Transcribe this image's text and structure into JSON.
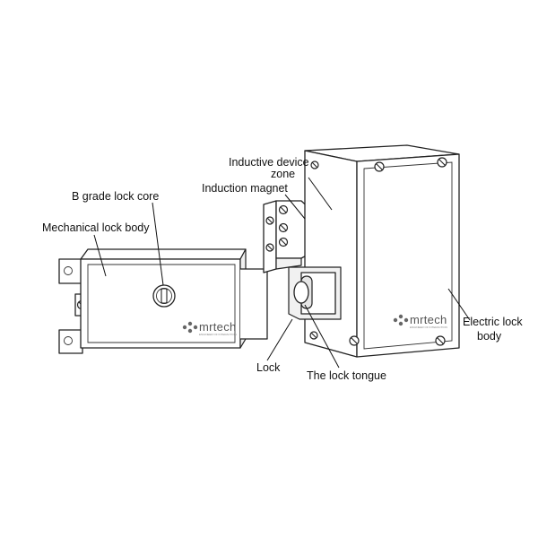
{
  "labels": {
    "inductive_device_zone_line1": "Inductive device",
    "inductive_device_zone_line2": "zone",
    "induction_magnet": "Induction magnet",
    "b_grade_lock_core": "B grade lock core",
    "mechanical_lock_body": "Mechanical lock body",
    "electric_lock_body_line1": "Electric lock",
    "electric_lock_body_line2": "body",
    "lock": "Lock",
    "lock_tongue": "The lock tongue"
  },
  "logos": {
    "mechanical_body_logo": "mrtech",
    "electric_body_logo": "mrtech",
    "logo_tagline": "ENGINEER OF INTERACTION",
    "logo_color": "#555555"
  },
  "colors": {
    "outline": "#222222",
    "label_text": "#111111",
    "background": "#ffffff"
  }
}
